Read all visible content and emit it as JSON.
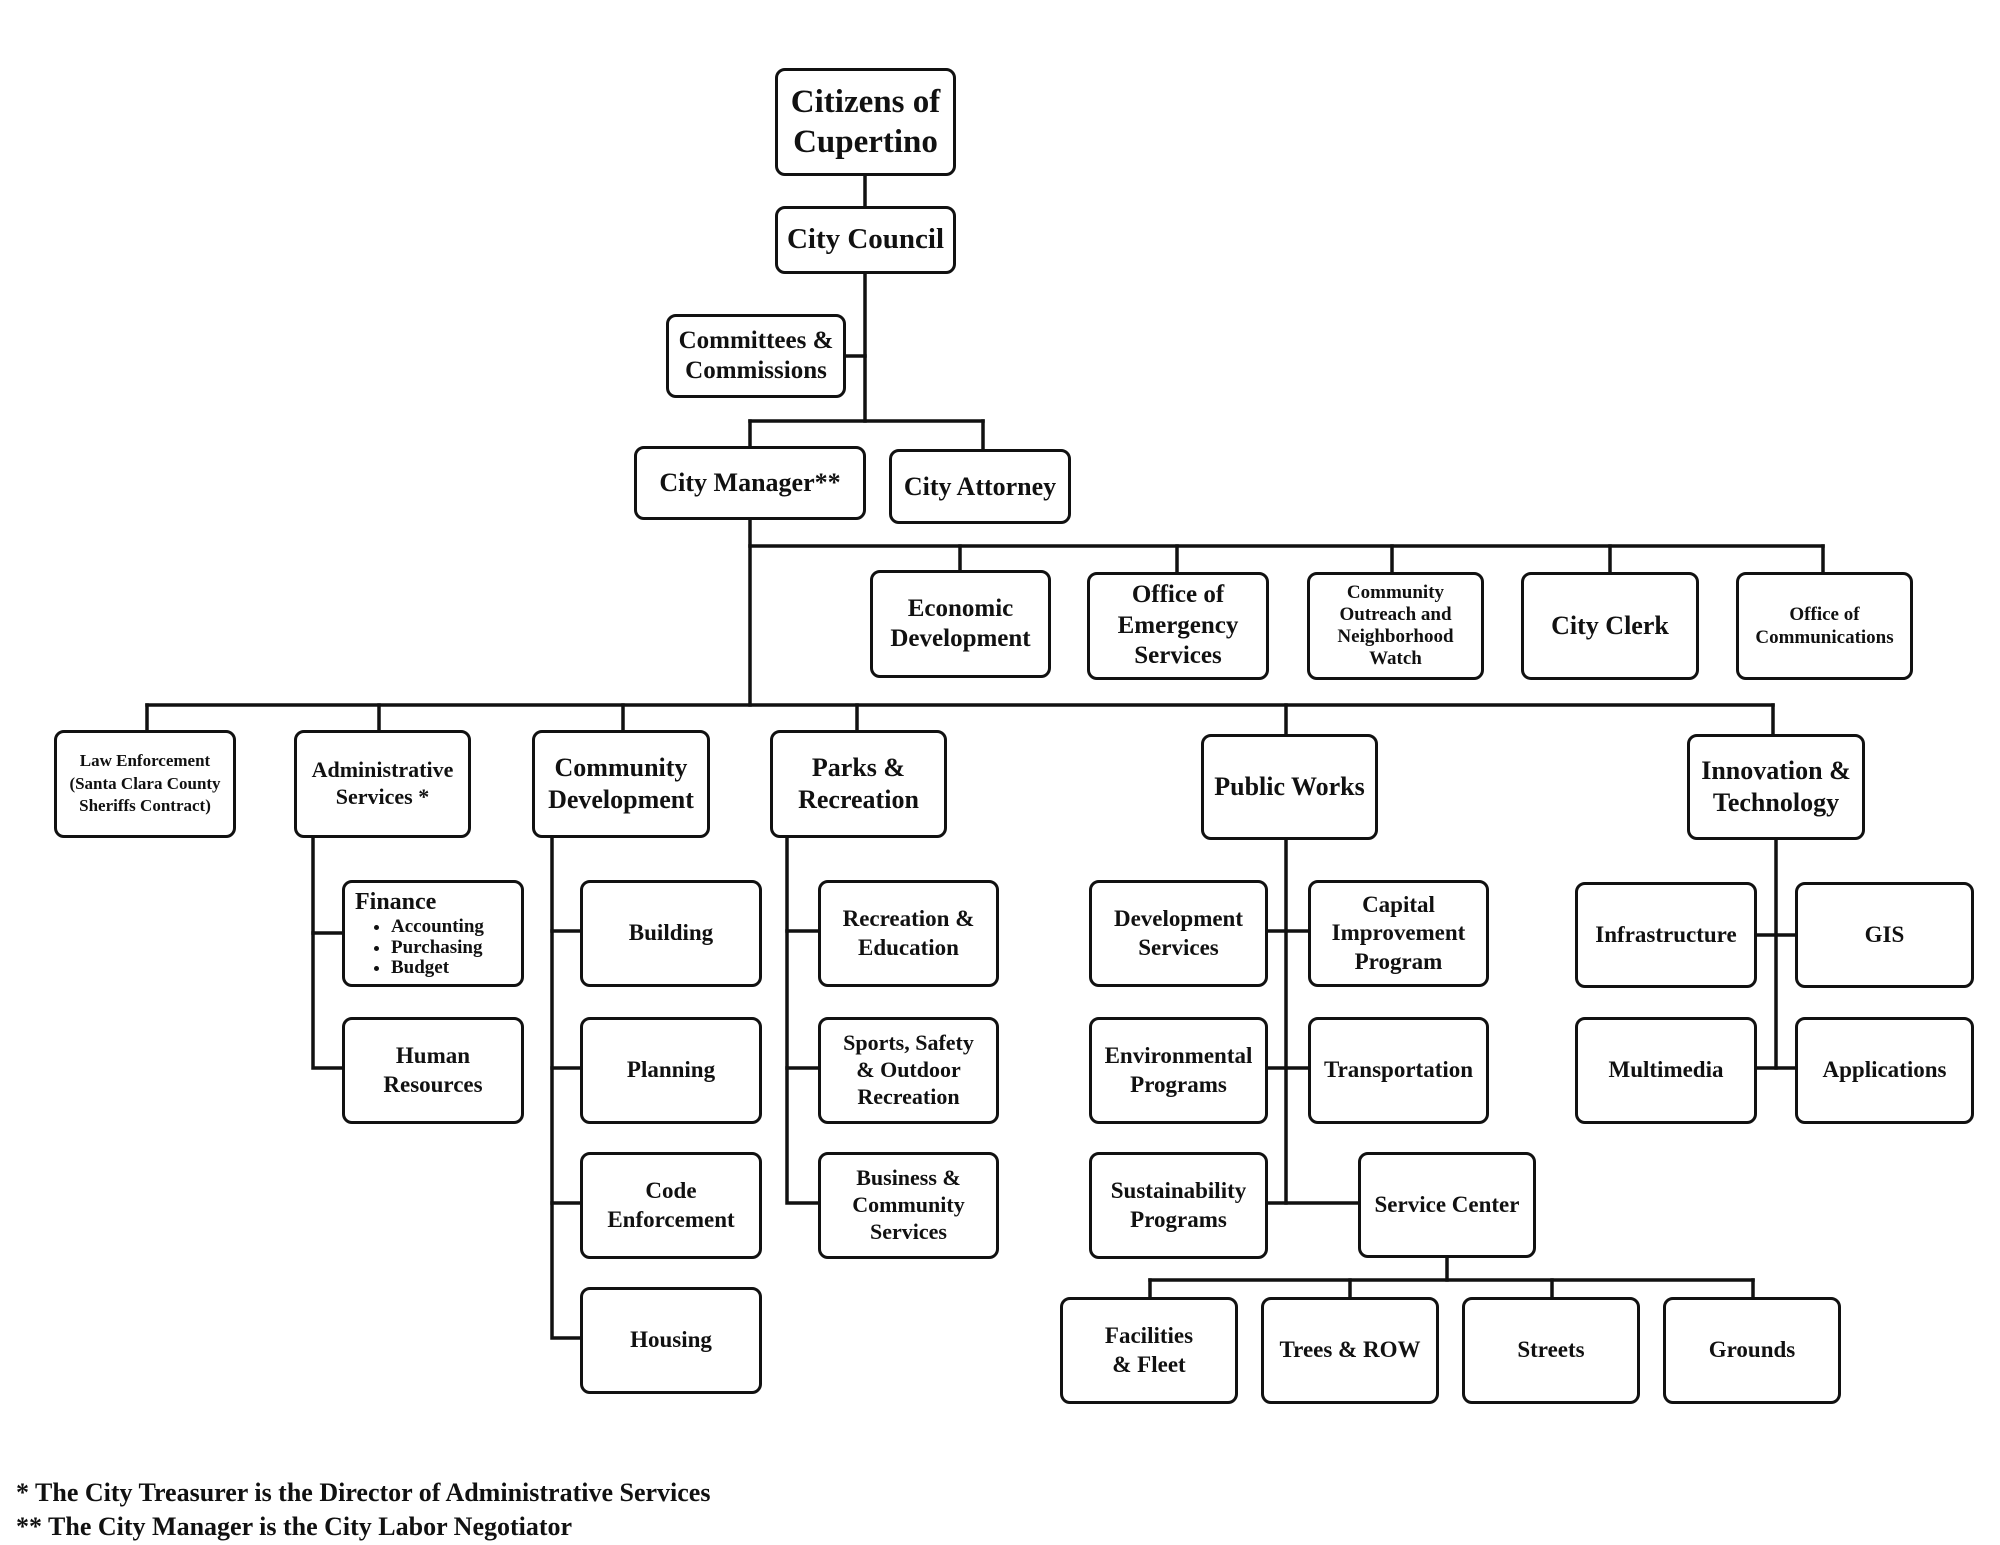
{
  "nodes": {
    "citizens": "Citizens of\nCupertino",
    "council": "City Council",
    "committees": "Committees &\nCommissions",
    "manager": "City Manager**",
    "attorney": "City Attorney",
    "economic": "Economic\nDevelopment",
    "emergency": "Office of\nEmergency\nServices",
    "outreach": "Community\nOutreach and\nNeighborhood\nWatch",
    "clerk": "City Clerk",
    "communications": "Office of\nCommunications",
    "law": "Law Enforcement\n(Santa Clara County\nSheriffs Contract)",
    "admin": "Administrative\nServices *",
    "commdev": "Community\nDevelopment",
    "parks": "Parks &\nRecreation",
    "publicworks": "Public Works",
    "innovation": "Innovation &\nTechnology",
    "finance_title": "Finance",
    "finance_items": [
      "Accounting",
      "Purchasing",
      "Budget"
    ],
    "hr": "Human\nResources",
    "building": "Building",
    "planning": "Planning",
    "code": "Code\nEnforcement",
    "housing": "Housing",
    "receducation": "Recreation &\nEducation",
    "sports": "Sports, Safety\n& Outdoor\nRecreation",
    "business": "Business &\nCommunity\nServices",
    "devservices": "Development\nServices",
    "cip": "Capital\nImprovement\nProgram",
    "environmental": "Environmental\nPrograms",
    "transportation": "Transportation",
    "sustainability": "Sustainability\nPrograms",
    "servicecenter": "Service Center",
    "facilities": "Facilities\n& Fleet",
    "trees": "Trees & ROW",
    "streets": "Streets",
    "grounds": "Grounds",
    "infrastructure": "Infrastructure",
    "gis": "GIS",
    "multimedia": "Multimedia",
    "applications": "Applications"
  },
  "footnotes": {
    "treasurer": "* The City Treasurer is the Director of Administrative Services",
    "negotiator": "** The City Manager is the City Labor Negotiator"
  }
}
